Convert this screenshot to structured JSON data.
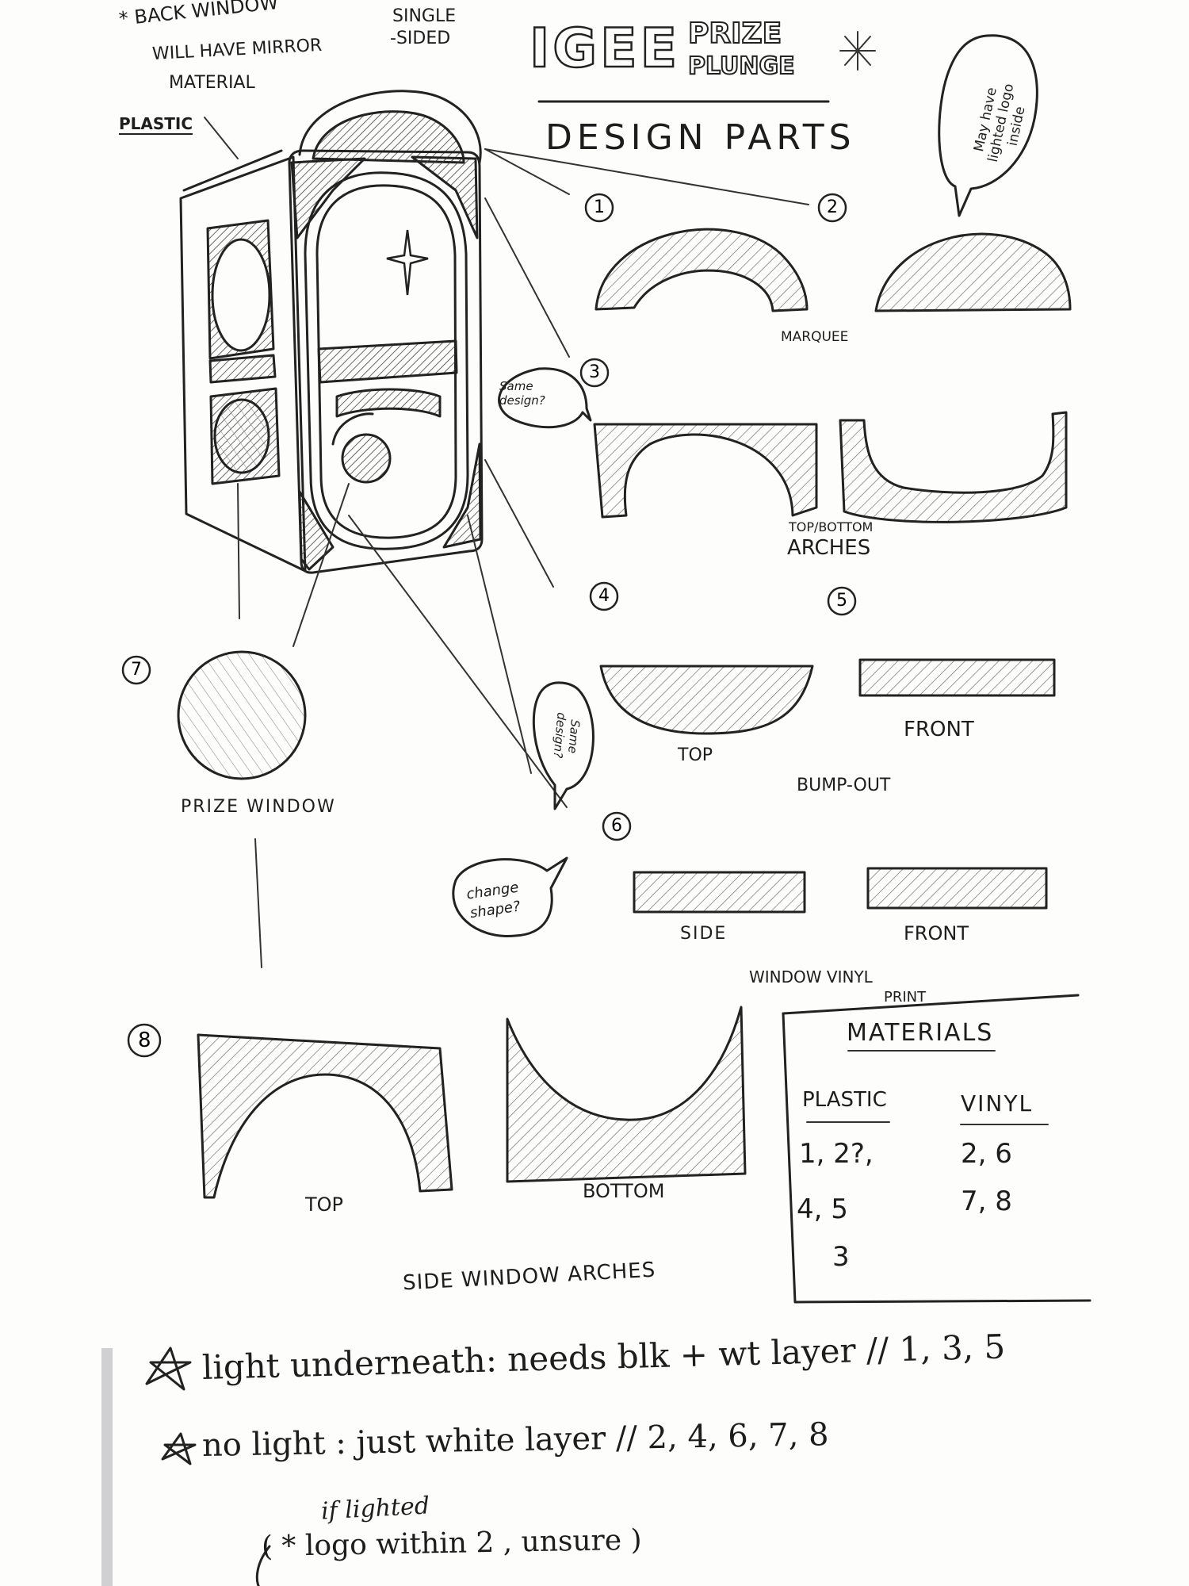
{
  "header": {
    "title_main": "IGEE",
    "title_prize": "PRIZE",
    "title_plunge": "PLUNGE",
    "subtitle": "DESIGN PARTS"
  },
  "notes": {
    "back_window_1": "* BACK WINDOW",
    "back_window_2": "WILL HAVE MIRROR",
    "back_window_3": "MATERIAL",
    "single_sided_1": "SINGLE",
    "single_sided_2": "-SIDED",
    "plastic_label": "PLASTIC",
    "logo_bubble_1": "May have",
    "logo_bubble_2": "lighted logo",
    "logo_bubble_3": "inside",
    "same_design_a_1": "Same",
    "same_design_a_2": "design?",
    "same_design_b_1": "Same",
    "same_design_b_2": "design?",
    "change_shape_1": "change",
    "change_shape_2": "shape?"
  },
  "parts": {
    "n1": "1",
    "n2": "2",
    "n3": "3",
    "n4": "4",
    "n5": "5",
    "n6": "6",
    "n7": "7",
    "n8": "8",
    "marquee": "MARQUEE",
    "arches_1": "TOP/BOTTOM",
    "arches_2": "ARCHES",
    "bump_top": "TOP",
    "bump_front": "FRONT",
    "bump_out": "BUMP-OUT",
    "vinyl_side": "SIDE",
    "vinyl_front": "FRONT",
    "window_vinyl_1": "WINDOW VINYL",
    "window_vinyl_2": "PRINT",
    "prize_window": "PRIZE WINDOW",
    "side_top": "TOP",
    "side_bottom": "BOTTOM",
    "side_window_arches": "SIDE WINDOW ARCHES"
  },
  "materials": {
    "title": "MATERIALS",
    "plastic_header": "PLASTIC",
    "vinyl_header": "VINYL",
    "plastic_row1": "1, 2?,",
    "plastic_row2": "4, 5",
    "plastic_row3": "3",
    "vinyl_row1": "2, 6",
    "vinyl_row2": "7, 8"
  },
  "footer": {
    "light_line": "light underneath: needs blk + wt layer // 1, 3, 5",
    "nolight_line": "no light : just white layer // 2, 4, 6, 7, 8",
    "iflighted": "if lighted",
    "logo_note": "( * logo within 2 , unsure )"
  }
}
